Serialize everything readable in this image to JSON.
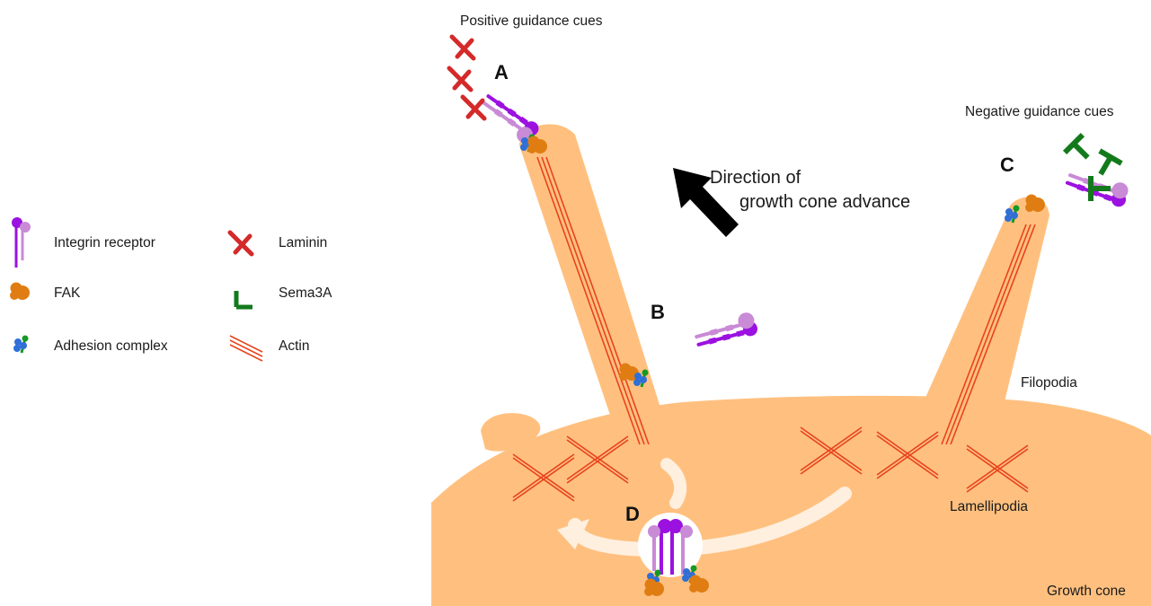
{
  "legend": {
    "integrin": "Integrin receptor",
    "fak": "FAK",
    "adhesion": "Adhesion complex",
    "laminin": "Laminin",
    "sema3a": "Sema3A",
    "actin": "Actin"
  },
  "labels": {
    "positive_cues": "Positive guidance cues",
    "negative_cues": "Negative guidance cues",
    "direction_line1": "Direction of",
    "direction_line2": "growth cone advance",
    "filopodia": "Filopodia",
    "lamellipodia": "Lamellipodia",
    "growth_cone": "Growth cone",
    "panel_a": "A",
    "panel_b": "B",
    "panel_c": "C",
    "panel_d": "D"
  },
  "colors": {
    "cell": "#ffc07f",
    "actin": "#e8431e",
    "integrin_dark": "#9b11e0",
    "integrin_light": "#c98ad6",
    "fak": "#e07d12",
    "adhesion_blue": "#2f6fd6",
    "adhesion_green": "#149a24",
    "laminin": "#d42a2a",
    "sema3a": "#137a1c",
    "arrow": "#000000"
  }
}
